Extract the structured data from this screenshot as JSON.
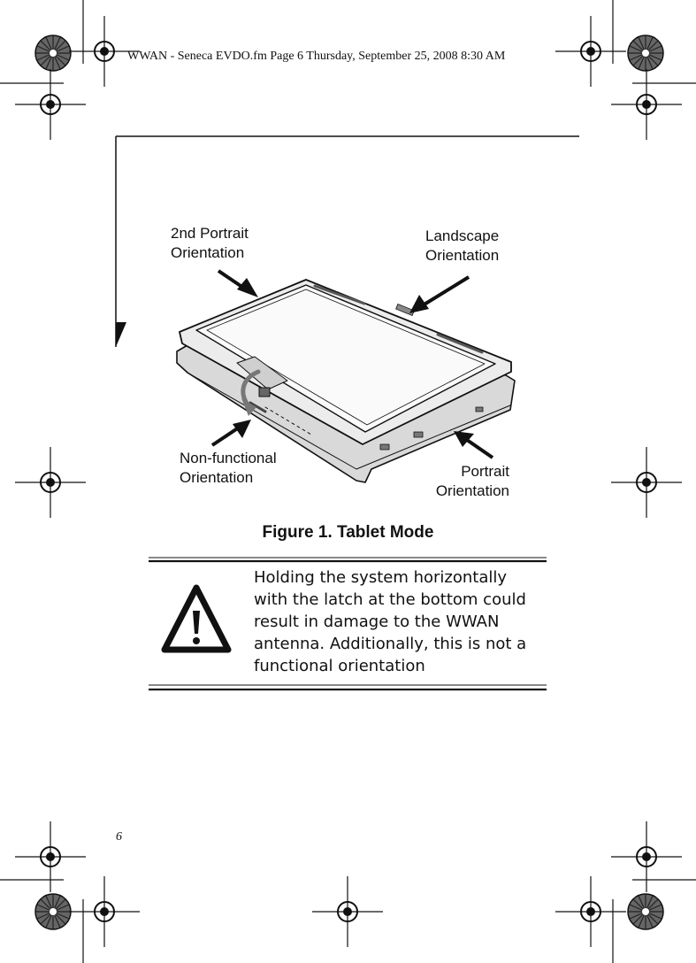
{
  "header": {
    "running_head": "WWAN - Seneca EVDO.fm  Page 6  Thursday, September 25, 2008  8:30 AM"
  },
  "figure": {
    "callouts": {
      "second_portrait": [
        "2nd Portrait",
        "Orientation"
      ],
      "landscape": [
        "Landscape",
        "Orientation"
      ],
      "non_functional": [
        "Non-functional",
        "Orientation"
      ],
      "portrait": [
        "Portrait",
        "Orientation"
      ]
    },
    "caption": "Figure 1.  Tablet Mode"
  },
  "caution": {
    "icon": "warning-triangle-icon",
    "text": "Holding the system horizontally with the latch at the bottom could result in damage to the WWAN antenna. Additionally, this is not a functional orientation"
  },
  "footer": {
    "page_number": "6"
  }
}
